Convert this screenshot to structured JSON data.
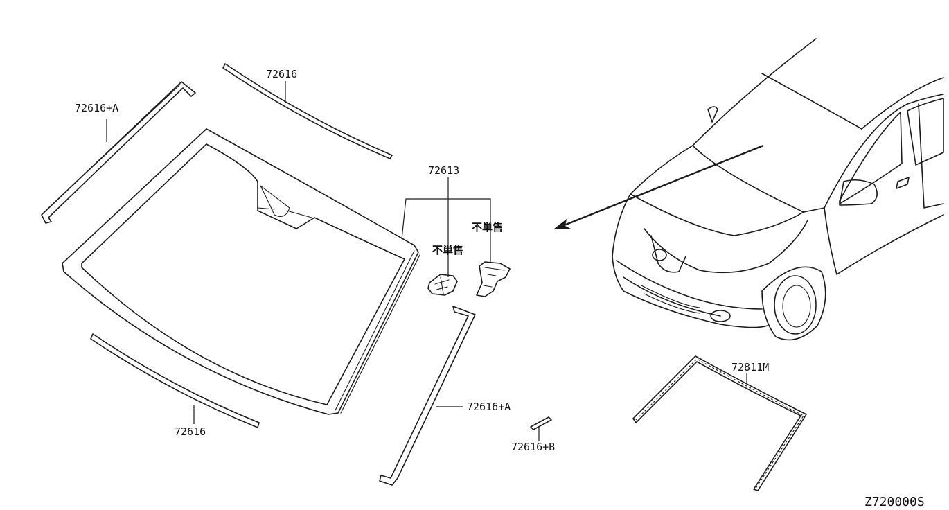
{
  "labels": {
    "molding_top": "72616",
    "molding_left_upper": "72616+A",
    "molding_bottom": "72616",
    "bracket_group": "72613",
    "not_sold_1": "不単售",
    "not_sold_2": "不単售",
    "molding_right": "72616+A",
    "clip": "72616+B",
    "seal": "72811M",
    "diagram_code": "Z720000S"
  }
}
